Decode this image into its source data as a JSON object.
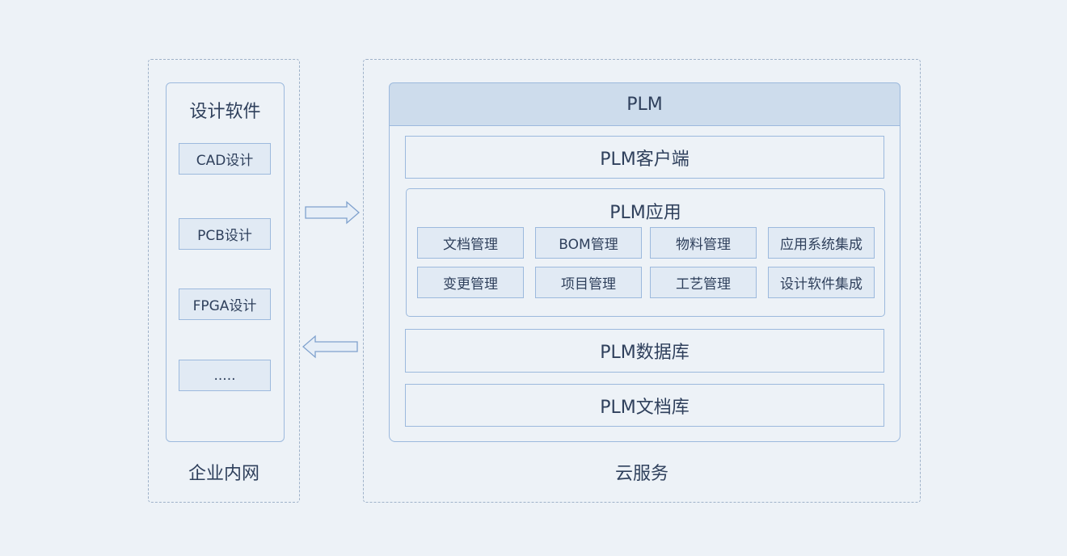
{
  "left_group": {
    "label": "企业内网",
    "panel_title": "设计软件",
    "items": [
      "CAD设计",
      "PCB设计",
      "FPGA设计",
      "....."
    ]
  },
  "right_group": {
    "label": "云服务",
    "header": "PLM",
    "client": "PLM客户端",
    "app": {
      "title": "PLM应用",
      "modules_row1": [
        "文档管理",
        "BOM管理",
        "物料管理",
        "应用系统集成"
      ],
      "modules_row2": [
        "变更管理",
        "项目管理",
        "工艺管理",
        "设计软件集成"
      ]
    },
    "database": "PLM数据库",
    "doc_library": "PLM文档库"
  },
  "arrows": [
    {
      "direction": "right",
      "from": "企业内网",
      "to": "云服务"
    },
    {
      "direction": "left",
      "from": "云服务",
      "to": "企业内网"
    }
  ]
}
